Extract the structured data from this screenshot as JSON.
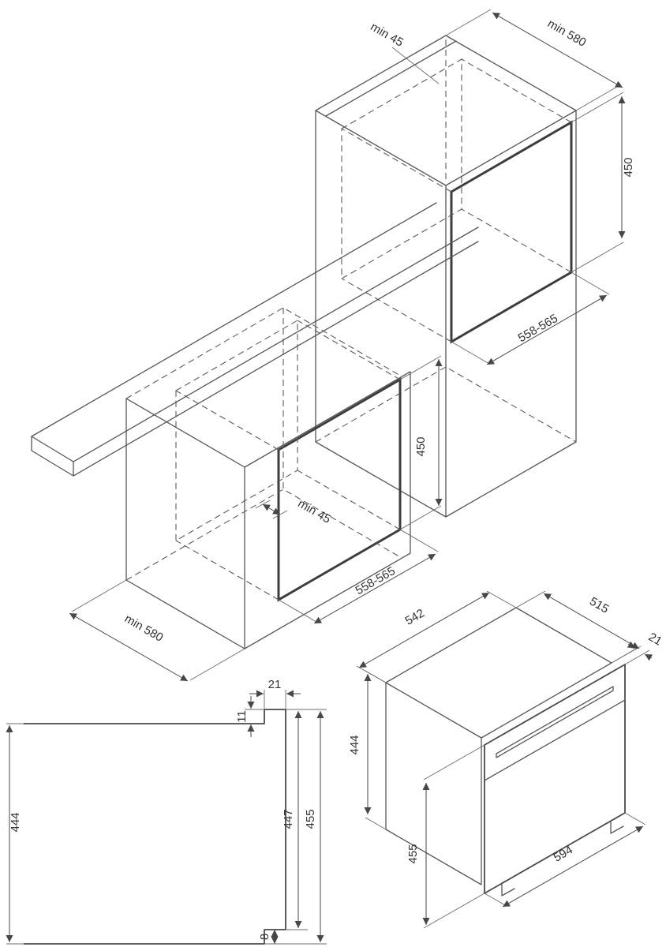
{
  "style": {
    "background": "#ffffff",
    "line": "#565656",
    "heavy_line": "#3d3d3d",
    "text": "#333333"
  },
  "diagram": {
    "tall_cabinet_dims": {
      "rear_clearance": "min 45",
      "min_depth": "min 580",
      "niche_height": "450",
      "niche_width": "558-565"
    },
    "base_cabinet_dims": {
      "niche_height": "450",
      "rear_clearance": "min 45",
      "niche_width": "558-565",
      "min_depth": "min 580"
    },
    "section_dims": {
      "front_lip_width": "21",
      "top_inset": "11",
      "interior_height": "444",
      "inner_front_height": "447",
      "front_height": "455",
      "bottom_lip": "8"
    },
    "oven_dims": {
      "body_width": "542",
      "body_depth": "515",
      "fascia_overhang": "21",
      "body_height": "444",
      "front_height": "455",
      "front_width": "594"
    }
  }
}
